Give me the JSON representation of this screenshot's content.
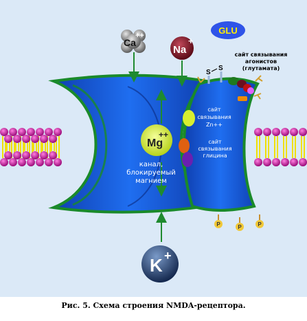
{
  "figure": {
    "caption": "Рис. 5. Схема строения NMDA-рецептора.",
    "colors": {
      "background": "#dbe9f7",
      "receptor": "#1a5fd8",
      "receptor_edge": "#1a8a2a",
      "lipid_head": "#c8129e",
      "lipid_tail": "#f0e000",
      "arrow": "#1f8a2f",
      "glu_badge": "#2f54e8"
    }
  },
  "ions": {
    "ca": {
      "symbol": "Ca",
      "charge": "++"
    },
    "na": {
      "symbol": "Na",
      "charge": "+"
    },
    "k": {
      "symbol": "K",
      "charge": "+"
    },
    "mg": {
      "symbol": "Mg",
      "charge": "++"
    }
  },
  "labels": {
    "glu": "GLU",
    "agonist_site_1": "сайт связывания",
    "agonist_site_2": "агонистов",
    "agonist_site_3": "(глутамата)",
    "disulfide_s1": "S",
    "disulfide_s2": "S",
    "zn_site_1": "сайт",
    "zn_site_2": "связывания",
    "zn_site_3": "Zn++",
    "glycine_site_1": "сайт",
    "glycine_site_2": "связывания",
    "glycine_site_3": "глицина",
    "channel_1": "канал,",
    "channel_2": "блокируемый",
    "channel_3": "магнием",
    "phosphate": "P"
  }
}
